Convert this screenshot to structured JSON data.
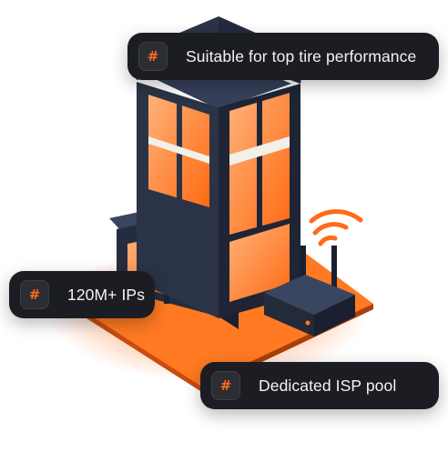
{
  "badges": [
    {
      "icon": "hash-icon",
      "label": "Suitable for top tire performance"
    },
    {
      "icon": "hash-icon",
      "label": "120M+ IPs"
    },
    {
      "icon": "hash-icon",
      "label": "Dedicated ISP pool"
    }
  ],
  "colors": {
    "accent": "#ff6a1a",
    "badge_bg": "#1b1d22",
    "building": "#283044",
    "window": "#ff7a1f"
  },
  "icons": {
    "hash": "#"
  }
}
